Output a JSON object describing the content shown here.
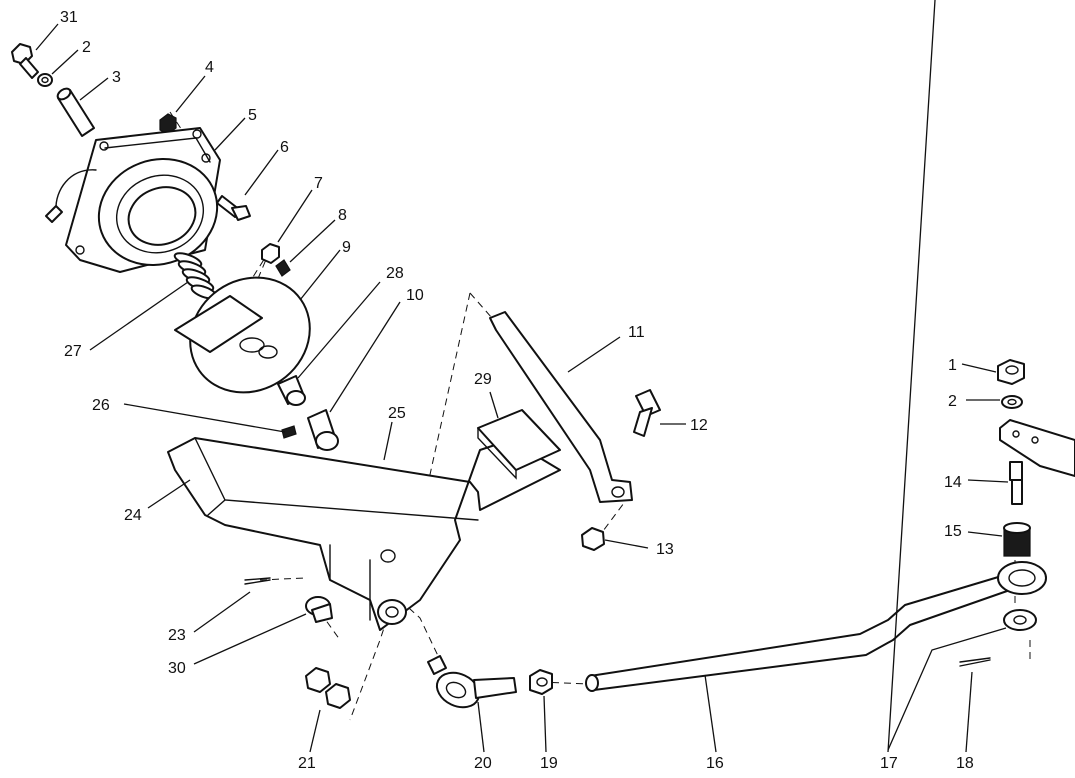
{
  "callouts": {
    "p1": "1",
    "p2a": "2",
    "p2b": "2",
    "p3": "3",
    "p4": "4",
    "p5": "5",
    "p6": "6",
    "p7": "7",
    "p8": "8",
    "p9": "9",
    "p10": "10",
    "p11": "11",
    "p12": "12",
    "p13": "13",
    "p14": "14",
    "p15": "15",
    "p16": "16",
    "p17": "17",
    "p18": "18",
    "p19": "19",
    "p20": "20",
    "p21": "21",
    "p23": "23",
    "p24": "24",
    "p25": "25",
    "p26": "26",
    "p27": "27",
    "p28": "28",
    "p29": "29",
    "p30": "30",
    "p31": "31"
  }
}
